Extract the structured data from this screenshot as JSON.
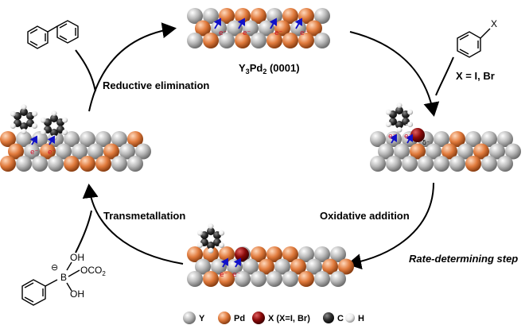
{
  "title_catalyst": {
    "main": "Y",
    "sub1": "3",
    "mid": "Pd",
    "sub2": "2",
    "tail": " (0001)"
  },
  "steps": {
    "reductive_elimination": "Reductive elimination",
    "transmetallation": "Transmetallation",
    "oxidative_addition": "Oxidative addition",
    "rate_determining": "Rate-determining step"
  },
  "reagents": {
    "aryl_halide_x": "X",
    "aryl_halide_label": "X = I, Br",
    "boronate_oh_top": "OH",
    "boronate_oco2": "OCO",
    "boronate_oco2_sub": "2",
    "boronate_b": "B",
    "boronate_oh_bottom": "OH",
    "boronate_charge": "⊖"
  },
  "electron_label": "e⁻",
  "delta_plus": "δ⁺",
  "delta_minus": "δ⁻",
  "legend": {
    "y": "Y",
    "pd": "Pd",
    "x": "X (X=I, Br)",
    "c": "C",
    "h": "H"
  },
  "colors": {
    "pd": "#e07a3c",
    "y": "#b8b8b8",
    "x": "#8b0a0a",
    "c": "#2e2e2e",
    "h": "#ededed",
    "arrow_blue": "#1010c8",
    "electron_red": "#d0102a"
  }
}
